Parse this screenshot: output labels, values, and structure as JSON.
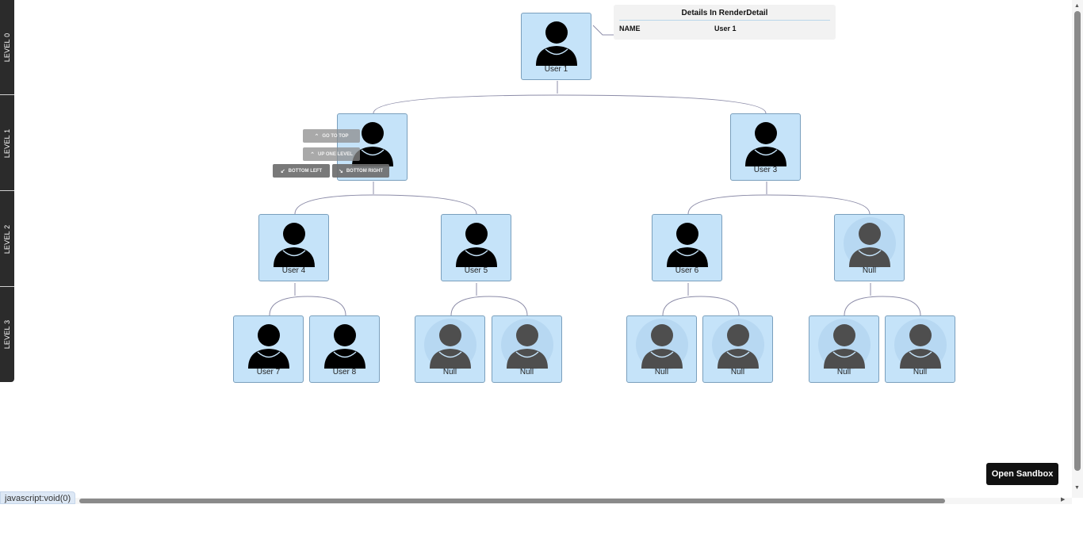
{
  "levels": [
    "LEVEL 0",
    "LEVEL 1",
    "LEVEL 2",
    "LEVEL 3"
  ],
  "details": {
    "title": "Details In RenderDetail",
    "key": "NAME",
    "value": "User 1"
  },
  "nav_buttons": {
    "go_to_top": "GO TO TOP",
    "up_one_level": "UP ONE LEVEL",
    "bottom_left": "BOTTOM LEFT",
    "bottom_right": "BOTTOM RIGHT"
  },
  "nodes": {
    "user1": "User 1",
    "user2": "",
    "user3": "User 3",
    "user4": "User 4",
    "user5": "User 5",
    "user6": "User 6",
    "null_l2": "Null",
    "user7": "User 7",
    "user8": "User 8",
    "null_a": "Null",
    "null_b": "Null",
    "null_c": "Null",
    "null_d": "Null",
    "null_e": "Null",
    "null_f": "Null"
  },
  "sandbox_label": "Open Sandbox",
  "status_link": "javascript:void(0)",
  "colors": {
    "node_fill": "#c5e3f9",
    "node_border": "#7a9fbd",
    "user_icon": "#000000",
    "null_icon": "#4e4e4e"
  }
}
